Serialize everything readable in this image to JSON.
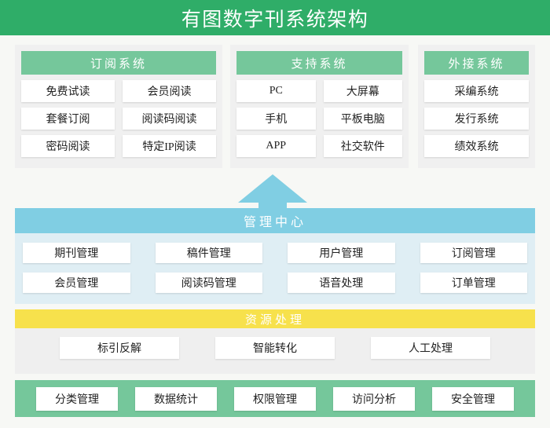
{
  "header": {
    "title": "有图数字刊系统架构"
  },
  "top_row": {
    "subscription": {
      "title": "订阅系统",
      "items": [
        "免费试读",
        "会员阅读",
        "套餐订阅",
        "阅读码阅读",
        "密码阅读",
        "特定IP阅读"
      ]
    },
    "support": {
      "title": "支持系统",
      "items": [
        "PC",
        "大屏幕",
        "手机",
        "平板电脑",
        "APP",
        "社交软件"
      ]
    },
    "external": {
      "title": "外接系统",
      "items": [
        "采编系统",
        "发行系统",
        "绩效系统"
      ]
    }
  },
  "connector": {
    "icon": "arrow-up-icon",
    "direction": "up"
  },
  "management": {
    "title": "管理中心",
    "items": [
      "期刊管理",
      "稿件管理",
      "用户管理",
      "订阅管理",
      "会员管理",
      "阅读码管理",
      "语音处理",
      "订单管理"
    ]
  },
  "resource": {
    "title": "资源处理",
    "items": [
      "标引反解",
      "智能转化",
      "人工处理"
    ]
  },
  "bottom": {
    "items": [
      "分类管理",
      "数据统计",
      "权限管理",
      "访问分析",
      "安全管理"
    ]
  },
  "colors": {
    "banner_green": "#2fad68",
    "section_green": "#75c79b",
    "management_blue": "#80cee3",
    "management_body": "#dfeef4",
    "resource_yellow": "#f7e14c",
    "panel_gray": "#f0f0f0",
    "page_bg": "#f7f8f5",
    "card_white": "#ffffff"
  }
}
